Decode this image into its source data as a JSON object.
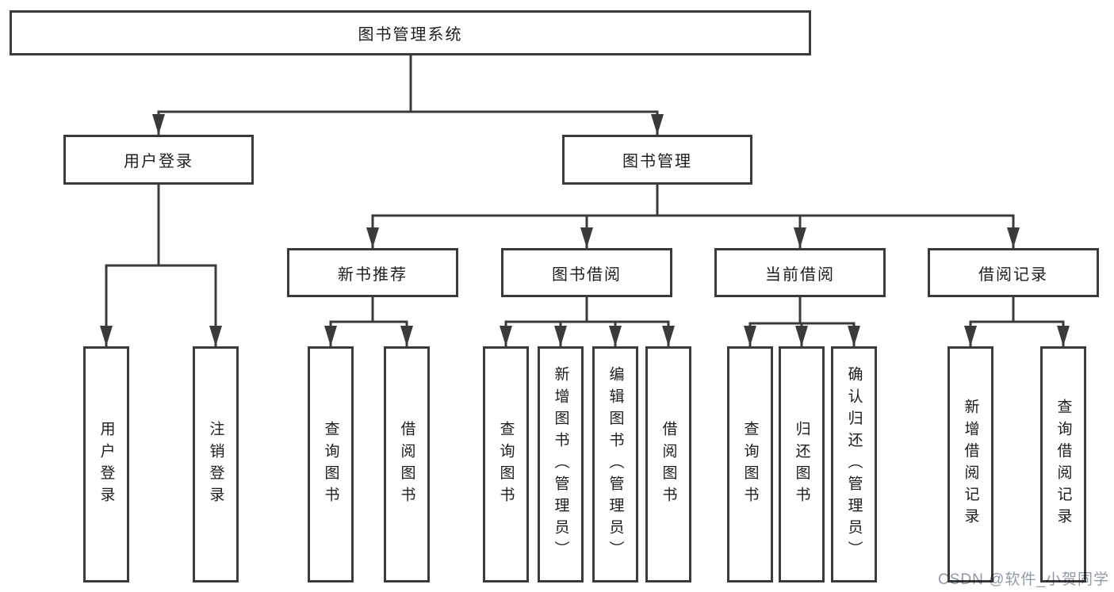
{
  "diagram": {
    "root": "图书管理系统",
    "level2": {
      "user_login": "用户登录",
      "book_mgmt": "图书管理"
    },
    "level3": {
      "new_books": "新书推荐",
      "book_borrow": "图书借阅",
      "current_borrow": "当前借阅",
      "borrow_records": "借阅记录"
    },
    "leaves": {
      "user_login": [
        "用户登录",
        "注销登录"
      ],
      "new_books": [
        "查询图书",
        "借阅图书"
      ],
      "book_borrow": [
        "查询图书",
        "新增图书（管理员）",
        "编辑图书（管理员）",
        "借阅图书"
      ],
      "current_borrow": [
        "查询图书",
        "归还图书",
        "确认归还（管理员）"
      ],
      "borrow_records": [
        "新增借阅记录",
        "查询借阅记录"
      ]
    }
  },
  "watermark": {
    "text": "CSDN @软件_小贺同学"
  },
  "colors": {
    "line": "#3a3a3a",
    "box_border": "#3a3a3a",
    "text": "#1d1d1f",
    "watermark": "#9399a4",
    "background": "#ffffff"
  }
}
